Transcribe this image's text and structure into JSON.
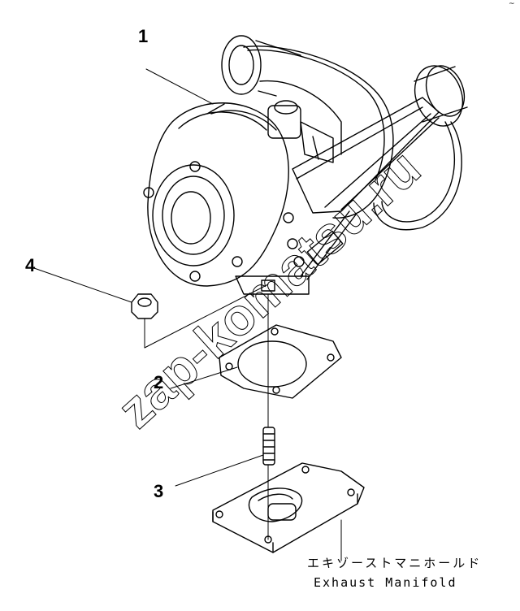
{
  "callouts": [
    {
      "id": "1",
      "label": "1"
    },
    {
      "id": "2",
      "label": "2"
    },
    {
      "id": "3",
      "label": "3"
    },
    {
      "id": "4",
      "label": "4"
    }
  ],
  "caption": {
    "japanese": "エキゾーストマニホールド",
    "english": "Exhaust Manifold"
  },
  "watermark": "zap-komatsu.ru",
  "corner_mark": "~"
}
